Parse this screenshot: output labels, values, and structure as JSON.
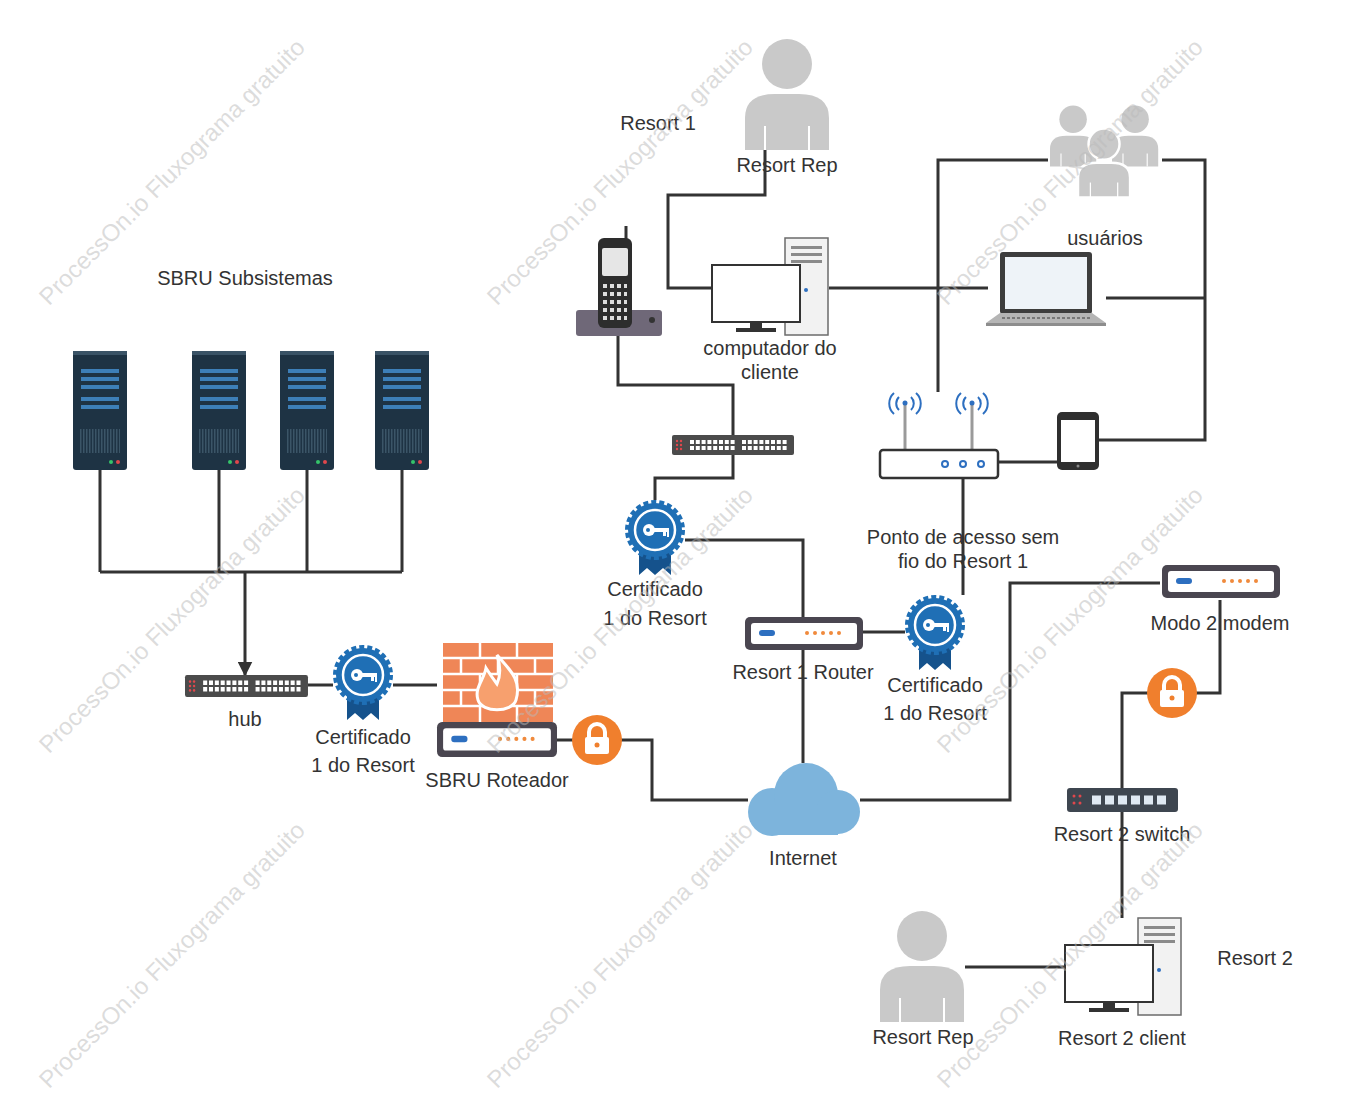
{
  "diagram": {
    "nodes": [
      {
        "text": [
          "Resort Rep"
        ]
      },
      {
        "text": [
          "usuários"
        ]
      },
      {
        "text": [
          "SBRU Subsistemas"
        ]
      },
      {
        "text": [
          "computador do cliente"
        ]
      },
      {
        "text": [
          "Certificado 1 do Resort"
        ]
      },
      {
        "text": [
          "Ponto de acesso sem fio do Resort 1"
        ]
      },
      {
        "text": [
          "Resort 1 Router"
        ]
      },
      {
        "text": [
          "Certificado 1 do Resort"
        ]
      },
      {
        "text": [
          "Modo 2 modem"
        ]
      },
      {
        "text": [
          "hub"
        ]
      },
      {
        "text": [
          "Certificado 1 do Resort"
        ]
      },
      {
        "text": [
          "SBRU Roteador"
        ]
      },
      {
        "text": [
          "Internet"
        ]
      },
      {
        "text": [
          "Resort 2 switch"
        ]
      },
      {
        "text": [
          "Resort Rep"
        ]
      },
      {
        "text": [
          "Resort 2 client"
        ]
      }
    ],
    "edges": [
      {
        "from": 0,
        "to": 3,
        "arrow": "none"
      },
      {
        "from": 1,
        "to": 5,
        "arrow": "none"
      },
      {
        "from": 4,
        "to": 6,
        "arrow": "none"
      },
      {
        "from": 6,
        "to": 7,
        "arrow": "none"
      },
      {
        "from": 7,
        "to": 5,
        "arrow": "none"
      },
      {
        "from": 6,
        "to": 12,
        "arrow": "none"
      },
      {
        "from": 11,
        "to": 12,
        "arrow": "none"
      },
      {
        "from": 9,
        "to": 10,
        "arrow": "none"
      },
      {
        "from": 10,
        "to": 11,
        "arrow": "none"
      },
      {
        "from": 2,
        "to": 9,
        "arrow": "to"
      },
      {
        "from": 12,
        "to": 8,
        "arrow": "none"
      },
      {
        "from": 8,
        "to": 13,
        "arrow": "none"
      },
      {
        "from": 13,
        "to": 15,
        "arrow": "none"
      },
      {
        "from": 14,
        "to": 15,
        "arrow": "none"
      }
    ],
    "labels": [
      "Resort 1",
      "Resort 2",
      "ProcessOn.io Fluxograma gratuito",
      "ProcessOn.io Fluxograma gratuito",
      "ProcessOn.io Fluxograma gratuito",
      "ProcessOn.io Fluxograma gratuito",
      "ProcessOn.io Fluxograma gratuito",
      "ProcessOn.io Fluxograma gratuito",
      "ProcessOn.io Fluxograma gratuito",
      "ProcessOn.io Fluxograma gratuito",
      "ProcessOn.io Fluxograma gratuito"
    ]
  }
}
